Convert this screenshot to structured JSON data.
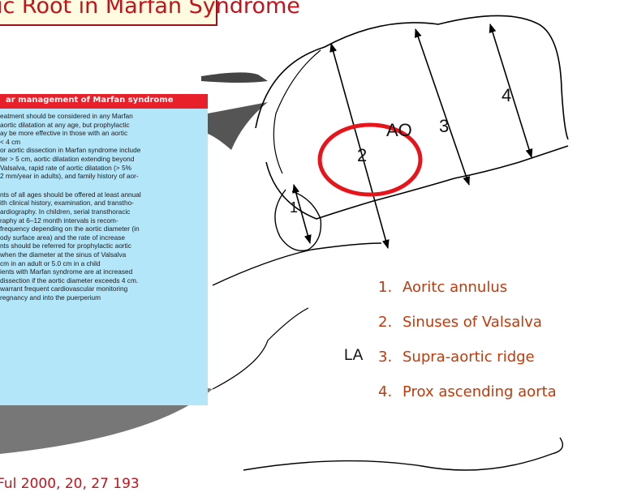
{
  "title": "ic Root in Marfan Syndrome",
  "panel": {
    "heading": "ar management of Marfan syndrome",
    "lines": [
      "eatment should be considered in any Marfan",
      "aortic dilatation at any age, but prophylactic",
      "ay be more effective in those with an aortic",
      "< 4 cm",
      "or aortic dissection in Marfan syndrome include",
      "ter > 5 cm, aortic dilatation extending beyond",
      "Valsalva, rapid rate of aortic dilatation (> 5%",
      "2 mm/year in adults), and family history of aor-",
      "nts of all ages should be offered at least annual",
      "ith clinical history, examination, and transtho-",
      "ardiography. In children, serial transthoracic",
      "raphy at 6–12 month intervals is recom-",
      "frequency depending on the aortic diameter (in",
      "ody surface area) and the rate of increase",
      "nts should be referred for prophylactic aortic",
      "when the diameter at the sinus of Valsalva",
      "cm in an adult or 5.0 cm in a child",
      "ients with Marfan syndrome are at increased",
      "dissection if the aortic diameter exceeds 4 cm.",
      "warrant frequent cardiovascular monitoring",
      "regnancy and into the puerperium"
    ]
  },
  "diagram": {
    "label_ao": "AO",
    "label_la": "LA",
    "marker_numbers": [
      "1",
      "2",
      "3",
      "4"
    ]
  },
  "legend": [
    {
      "num": "1.",
      "text": "Aoritc annulus"
    },
    {
      "num": "2.",
      "text": "Sinuses of Valsalva"
    },
    {
      "num": "3.",
      "text": "Supra-aortic ridge"
    },
    {
      "num": "4.",
      "text": "Prox ascending aorta"
    }
  ],
  "footer": "Ful 2000, 20, 27 193",
  "colors": {
    "title_border": "#a01018",
    "title_text": "#c0141c",
    "panel_bg": "#b4e6fa",
    "panel_header": "#e8202a",
    "legend_text": "#c23a0c",
    "highlight_circle": "#e8141c"
  }
}
